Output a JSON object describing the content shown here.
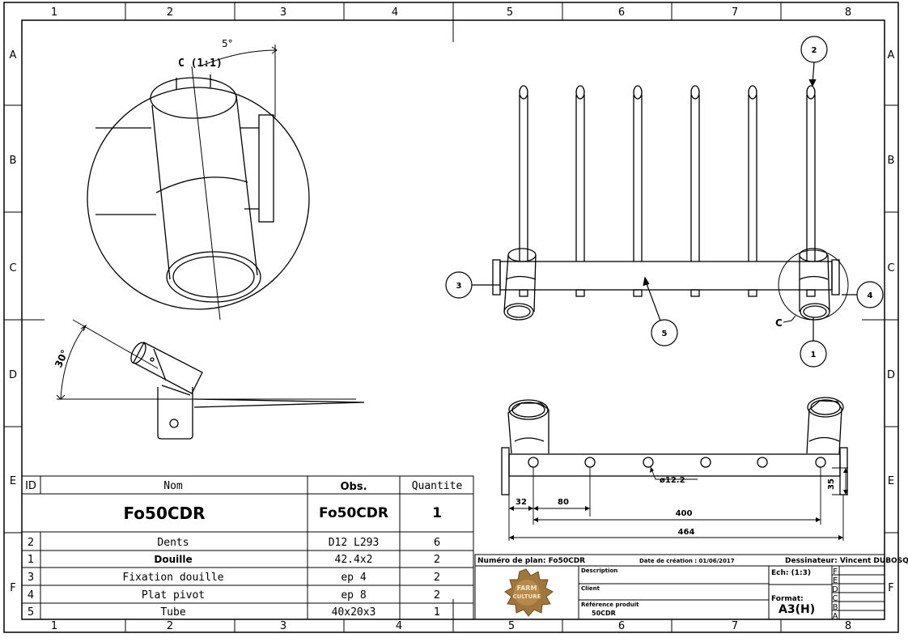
{
  "frame": {
    "columns": [
      "1",
      "2",
      "3",
      "4",
      "5",
      "6",
      "7",
      "8"
    ],
    "rows": [
      "A",
      "B",
      "C",
      "D",
      "E",
      "F"
    ]
  },
  "detail": {
    "label": "C (1:1)",
    "angle": "5°",
    "callout_letter": "C",
    "side_angle": "30°"
  },
  "balloons": [
    "1",
    "2",
    "3",
    "4",
    "5"
  ],
  "dimensions": {
    "hole_diameter": "ø12.2",
    "d32": "32",
    "d80": "80",
    "d400": "400",
    "d464": "464",
    "d35": "35"
  },
  "bom": {
    "headers": {
      "id": "ID",
      "name": "Nom",
      "obs": "Obs.",
      "qty": "Quantite"
    },
    "assembly": {
      "name": "Fo50CDR",
      "obs": "Fo50CDR",
      "qty": "1"
    },
    "rows": [
      {
        "id": "2",
        "name": "Dents",
        "obs": "D12 L293",
        "qty": "6"
      },
      {
        "id": "1",
        "name": "Douille",
        "obs": "42.4x2",
        "qty": "2"
      },
      {
        "id": "3",
        "name": "Fixation douille",
        "obs": "ep 4",
        "qty": "2"
      },
      {
        "id": "4",
        "name": "Plat pivot",
        "obs": "ep 8",
        "qty": "2"
      },
      {
        "id": "5",
        "name": "Tube",
        "obs": "40x20x3",
        "qty": "1"
      }
    ]
  },
  "title_block": {
    "plan_number": "Numéro de plan: Fo50CDR",
    "date": "Date de création : 01/06/2017",
    "drawer": "Dessinateur: Vincent DUBOSQ",
    "description_label": "Description",
    "client_label": "Client",
    "reference_label": "Référence produit",
    "reference_value": "50CDR",
    "scale": "Ech: (1:3)",
    "format_label": "Format:",
    "format_value": "A3(H)",
    "logo_line1": "FARM",
    "logo_line2": "CULTURE",
    "revisions": [
      "F",
      "E",
      "D",
      "C",
      "B",
      "A"
    ]
  },
  "colors": {
    "line": "#000000",
    "logo_fill": "#a0763f",
    "logo_text": "#f4e6c6"
  }
}
